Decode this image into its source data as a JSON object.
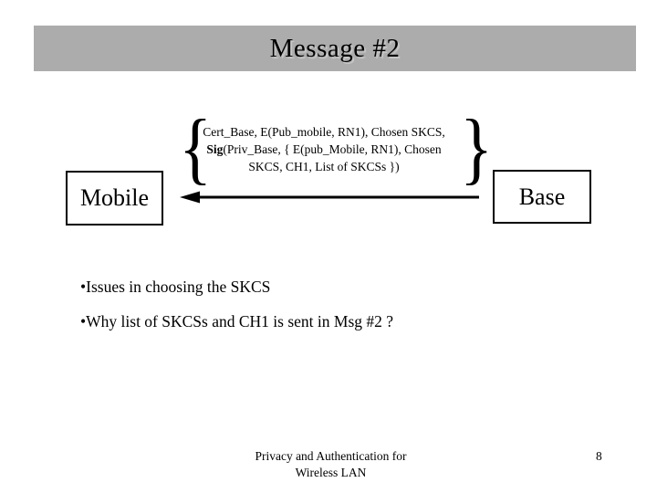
{
  "slide": {
    "title": "Message #2",
    "message": {
      "left_brace": "{",
      "right_brace": "}",
      "line1": "Cert_Base, E(Pub_mobile, RN1), Chosen SKCS,",
      "line2_bold": "Sig",
      "line2_rest": "(Priv_Base, { E(pub_Mobile, RN1), Chosen",
      "line3": "SKCS, CH1, List of SKCSs })"
    },
    "nodes": {
      "left": "Mobile",
      "right": "Base"
    },
    "bullet_char": "•",
    "bullets": [
      "Issues in choosing the SKCS",
      "Why list of SKCSs and CH1 is sent in Msg #2 ?"
    ],
    "footer": {
      "line1": "Privacy and Authentication for",
      "line2": "Wireless LAN",
      "page_number": "8"
    },
    "colors": {
      "banner_bg": "#ACACAC",
      "text": "#000000",
      "background": "#FFFFFF"
    }
  }
}
